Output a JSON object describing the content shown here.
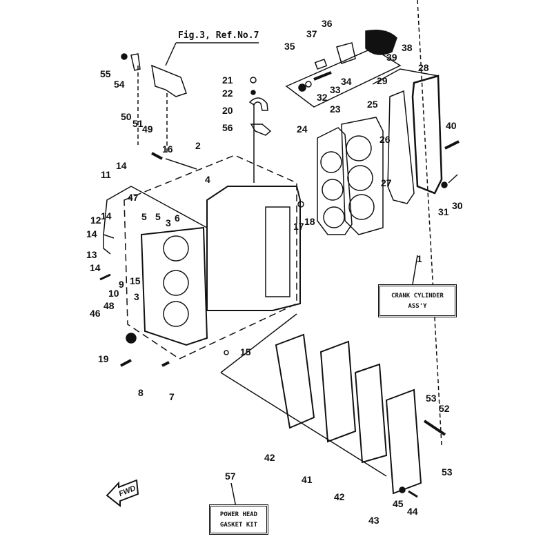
{
  "diagram": {
    "title": "Crank Cylinder Assembly Exploded View",
    "reference_note": "Fig.3, Ref.No.7",
    "assembly_box": {
      "ref": "1",
      "line1": "CRANK CYLINDER",
      "line2": "ASS'Y"
    },
    "kit_box": {
      "ref": "57",
      "line1": "POWER HEAD",
      "line2": "GASKET KIT"
    },
    "direction_marker": "FWD",
    "part_labels": [
      {
        "id": "55",
        "text": "55"
      },
      {
        "id": "54",
        "text": "54"
      },
      {
        "id": "21",
        "text": "21"
      },
      {
        "id": "22",
        "text": "22"
      },
      {
        "id": "20",
        "text": "20"
      },
      {
        "id": "56",
        "text": "56"
      },
      {
        "id": "36",
        "text": "36"
      },
      {
        "id": "37",
        "text": "37"
      },
      {
        "id": "35",
        "text": "35"
      },
      {
        "id": "38",
        "text": "38"
      },
      {
        "id": "39",
        "text": "39"
      },
      {
        "id": "34",
        "text": "34"
      },
      {
        "id": "33",
        "text": "33"
      },
      {
        "id": "32",
        "text": "32"
      },
      {
        "id": "28",
        "text": "28"
      },
      {
        "id": "29",
        "text": "29"
      },
      {
        "id": "23",
        "text": "23"
      },
      {
        "id": "25",
        "text": "25"
      },
      {
        "id": "24",
        "text": "24"
      },
      {
        "id": "26",
        "text": "26"
      },
      {
        "id": "27",
        "text": "27"
      },
      {
        "id": "40",
        "text": "40"
      },
      {
        "id": "31",
        "text": "31"
      },
      {
        "id": "30",
        "text": "30"
      },
      {
        "id": "50",
        "text": "50"
      },
      {
        "id": "51",
        "text": "51"
      },
      {
        "id": "49",
        "text": "49"
      },
      {
        "id": "16",
        "text": "16"
      },
      {
        "id": "2",
        "text": "2"
      },
      {
        "id": "11",
        "text": "11"
      },
      {
        "id": "14a",
        "text": "14"
      },
      {
        "id": "4",
        "text": "4"
      },
      {
        "id": "47",
        "text": "47"
      },
      {
        "id": "12",
        "text": "12"
      },
      {
        "id": "14b",
        "text": "14"
      },
      {
        "id": "5a",
        "text": "5"
      },
      {
        "id": "5b",
        "text": "5"
      },
      {
        "id": "3a",
        "text": "3"
      },
      {
        "id": "6",
        "text": "6"
      },
      {
        "id": "14c",
        "text": "14"
      },
      {
        "id": "13",
        "text": "13"
      },
      {
        "id": "14d",
        "text": "14"
      },
      {
        "id": "9",
        "text": "9"
      },
      {
        "id": "15a",
        "text": "15"
      },
      {
        "id": "3b",
        "text": "3"
      },
      {
        "id": "10",
        "text": "10"
      },
      {
        "id": "48",
        "text": "48"
      },
      {
        "id": "46",
        "text": "46"
      },
      {
        "id": "17",
        "text": "17"
      },
      {
        "id": "18",
        "text": "18"
      },
      {
        "id": "19",
        "text": "19"
      },
      {
        "id": "15b",
        "text": "15"
      },
      {
        "id": "8",
        "text": "8"
      },
      {
        "id": "7",
        "text": "7"
      },
      {
        "id": "53a",
        "text": "53"
      },
      {
        "id": "52",
        "text": "52"
      },
      {
        "id": "53b",
        "text": "53"
      },
      {
        "id": "42a",
        "text": "42"
      },
      {
        "id": "41",
        "text": "41"
      },
      {
        "id": "42b",
        "text": "42"
      },
      {
        "id": "43",
        "text": "43"
      },
      {
        "id": "45",
        "text": "45"
      },
      {
        "id": "44",
        "text": "44"
      }
    ]
  }
}
